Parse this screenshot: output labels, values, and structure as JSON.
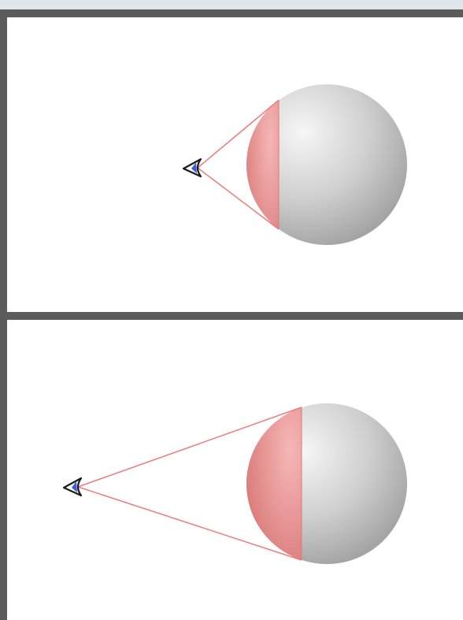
{
  "colors": {
    "frame": "#5b5b5b",
    "panel_background": "#ffffff",
    "sphere_light": "#f4f4f4",
    "sphere_dark": "#a6a6a6",
    "visible_cap": "#ef8f8f",
    "sight_lines": "#f07a7a",
    "eye_outline": "#1a1a1a",
    "eye_pupil": "#3b5bd9"
  },
  "icons": {
    "observer": "eye-icon"
  },
  "scenes": [
    {
      "name": "observer-near",
      "observer_distance": "near"
    },
    {
      "name": "observer-far",
      "observer_distance": "far"
    }
  ]
}
